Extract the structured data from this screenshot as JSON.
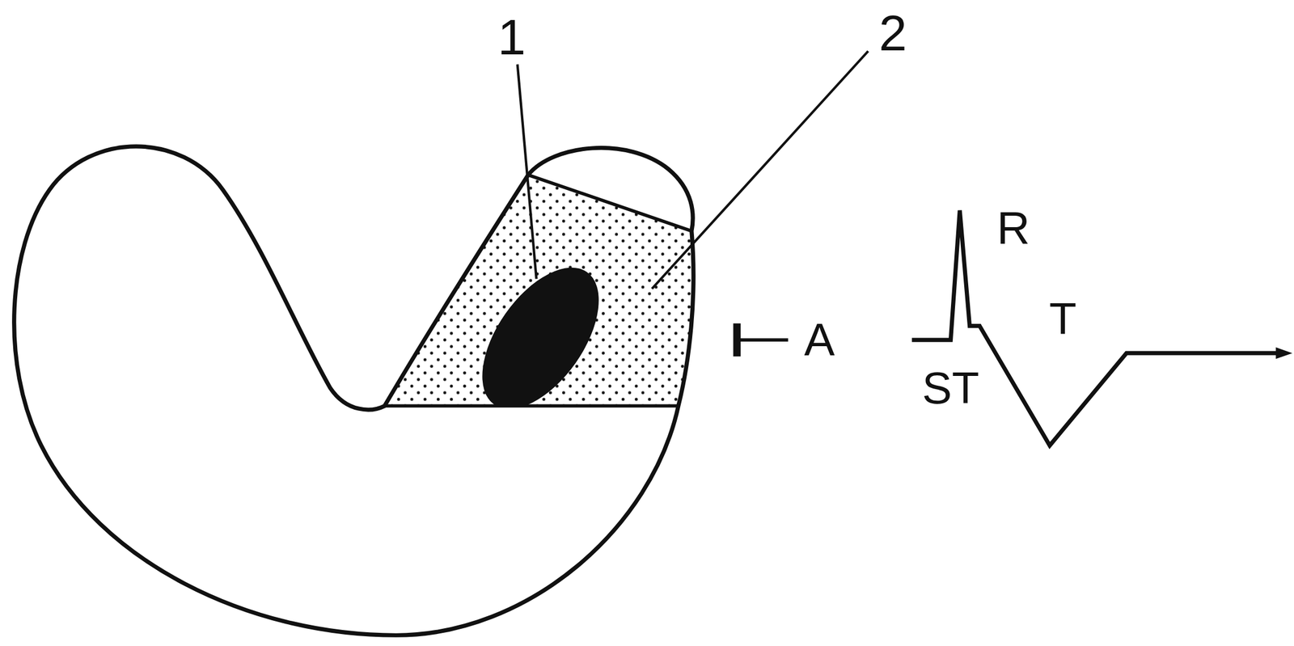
{
  "diagram": {
    "labels": [
      "1",
      "2",
      "R",
      "A",
      "T",
      "ST"
    ]
  }
}
